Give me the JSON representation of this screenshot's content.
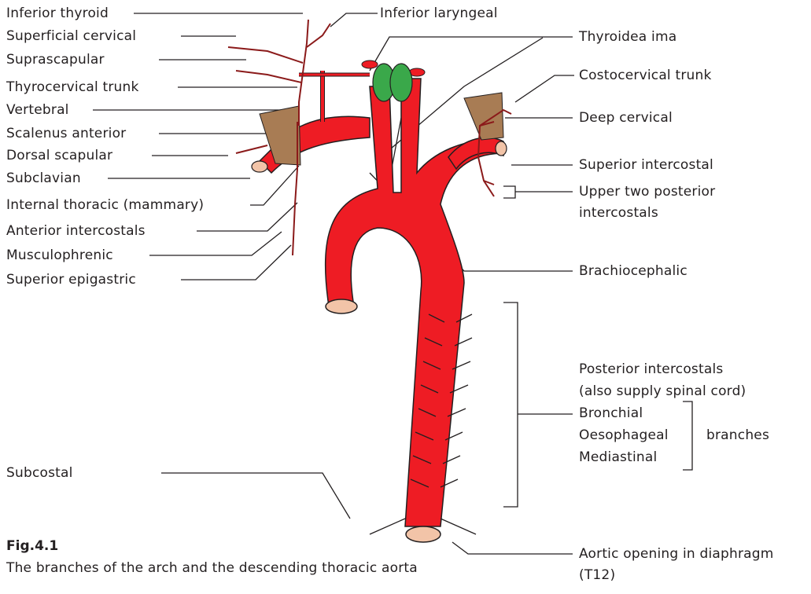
{
  "labels_left": {
    "inferior_thyroid": "Inferior thyroid",
    "superficial_cervical": "Superficial cervical",
    "suprascapular": "Suprascapular",
    "thyrocervical_trunk": "Thyrocervical trunk",
    "vertebral": "Vertebral",
    "scalenus_anterior": "Scalenus anterior",
    "dorsal_scapular": "Dorsal scapular",
    "subclavian": "Subclavian",
    "internal_thoracic": "Internal thoracic (mammary)",
    "anterior_intercostals": "Anterior intercostals",
    "musculophrenic": "Musculophrenic",
    "superior_epigastric": "Superior epigastric",
    "subcostal": "Subcostal"
  },
  "labels_right": {
    "inferior_laryngeal": "Inferior laryngeal",
    "thyroidea_ima": "Thyroidea ima",
    "costocervical_trunk": "Costocervical trunk",
    "deep_cervical": "Deep cervical",
    "superior_intercostal": "Superior intercostal",
    "upper_two_posterior_line1": "Upper two posterior",
    "upper_two_posterior_line2": "intercostals",
    "brachiocephalic": "Brachiocephalic",
    "posterior_intercostals": "Posterior intercostals",
    "also_supply": "(also supply spinal cord)",
    "bronchial": "Bronchial",
    "oesophageal": "Oesophageal",
    "mediastinal": "Mediastinal",
    "branches": "branches",
    "aortic_opening": "Aortic opening in diaphragm",
    "t12": "(T12)"
  },
  "caption": {
    "title": "Fig.4.1",
    "text": "The branches of the arch and the descending thoracic aorta"
  },
  "colors": {
    "artery": "#ee1c24",
    "artery_outline": "#231f20",
    "small_vessel": "#8b1a1a",
    "muscle": "#a87c54",
    "thyroid": "#3aa84a",
    "lumen": "#f2c4a8"
  }
}
